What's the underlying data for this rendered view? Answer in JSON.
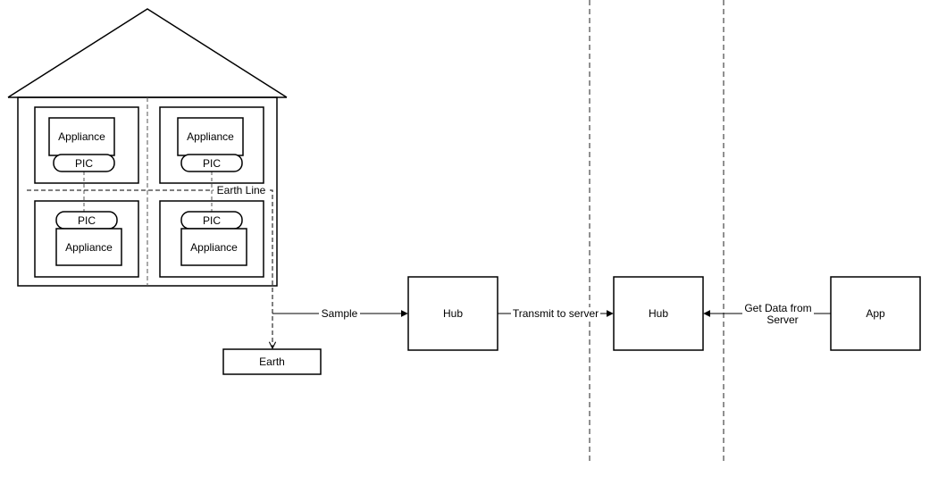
{
  "house": {
    "appliances": [
      {
        "appliance_label": "Appliance",
        "pic_label": "PIC"
      },
      {
        "appliance_label": "Appliance",
        "pic_label": "PIC"
      },
      {
        "appliance_label": "Appliance",
        "pic_label": "PIC"
      },
      {
        "appliance_label": "Appliance",
        "pic_label": "PIC"
      }
    ],
    "earth_line_label": "Earth Line"
  },
  "nodes": {
    "earth": "Earth",
    "hub_local": "Hub",
    "hub_server": "Hub",
    "app": "App"
  },
  "edges": {
    "sample": "Sample",
    "transmit": "Transmit to server",
    "get_data_line1": "Get Data from",
    "get_data_line2": "Server"
  },
  "colors": {
    "stroke": "#000000",
    "dashed": "#555555",
    "background": "#ffffff"
  }
}
